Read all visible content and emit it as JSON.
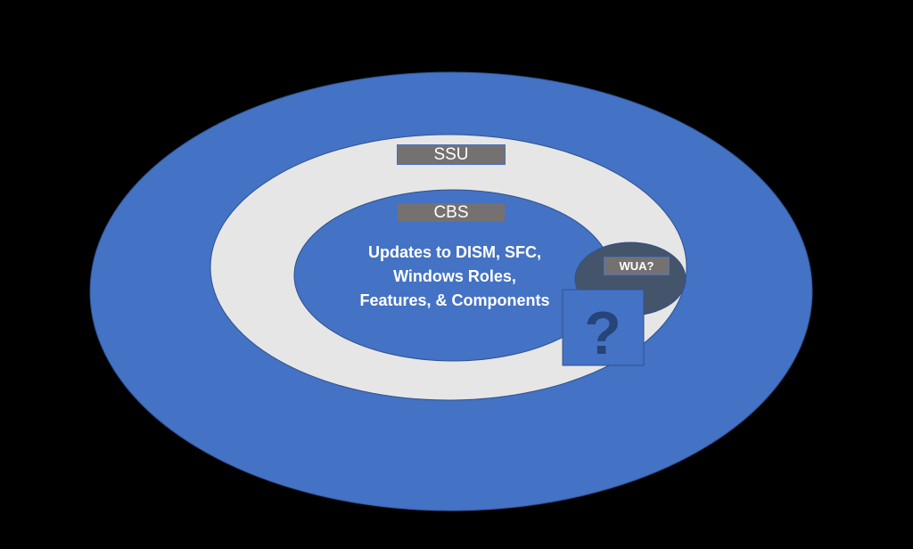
{
  "diagram": {
    "outer_label": "SSU",
    "inner_label": "CBS",
    "inner_text": [
      "Updates to DISM, SFC,",
      "Windows Roles,",
      "Features, & Components"
    ],
    "side_label": "WUA?",
    "unknown_icon": "question-mark-icon"
  },
  "colors": {
    "blue": "#4472c4",
    "light": "#e7e6e6",
    "dark": "#44546a",
    "label": "#767171",
    "question": "#264478"
  }
}
